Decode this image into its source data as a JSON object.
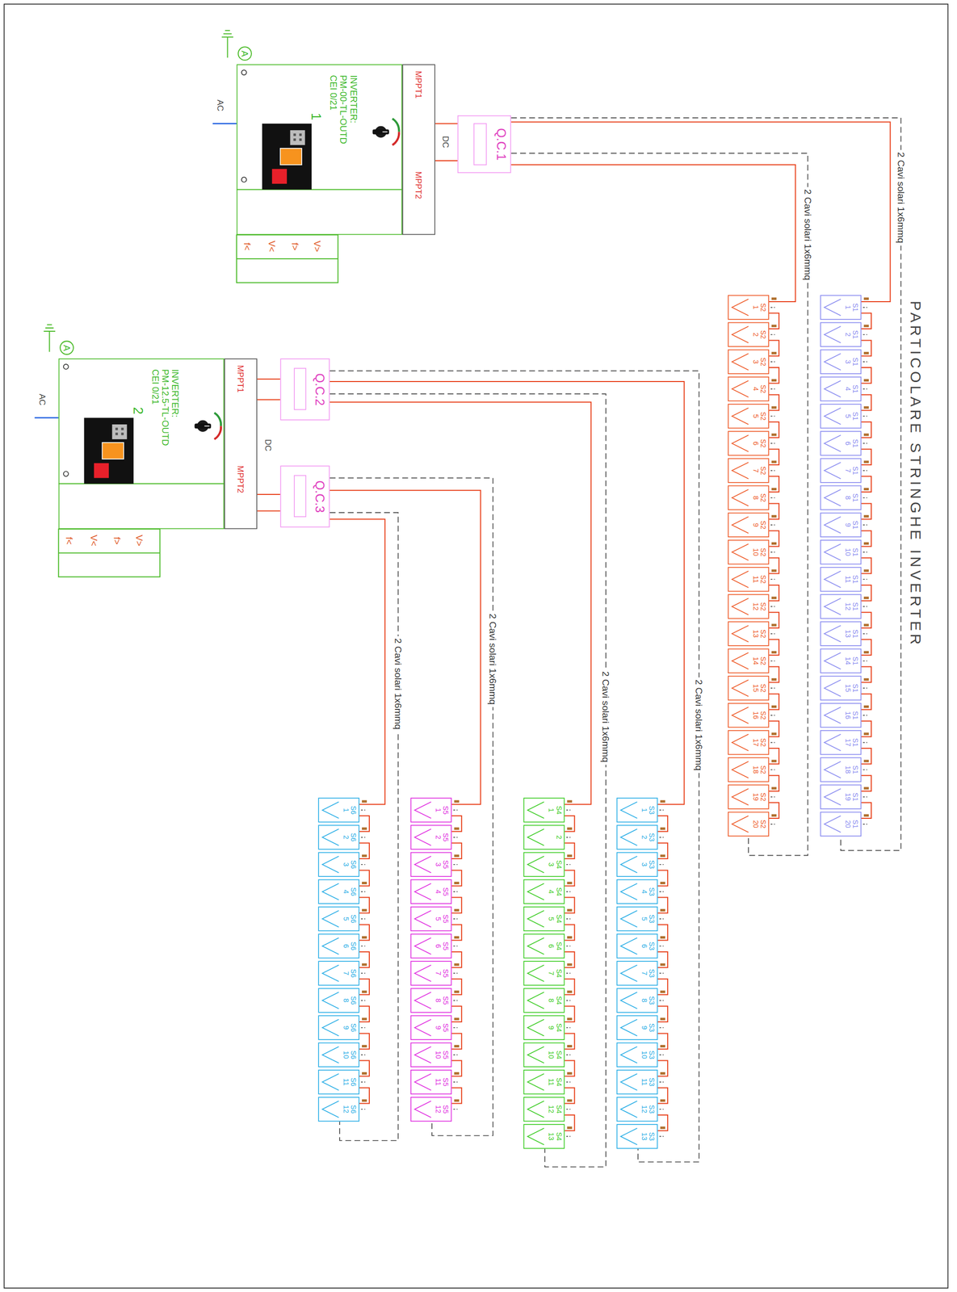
{
  "diagram": {
    "title": "PARTICOLARE STRINGHE INVERTER",
    "nodes": [
      {
        "text": [
          "INVERTER:",
          "PM-00-TL-OUTD",
          "CEI 0/21",
          "1"
        ]
      },
      {
        "text": [
          "MPPT1",
          "MPPT2"
        ]
      },
      {
        "text": [
          "Q.C.1"
        ]
      },
      {
        "text": [
          "INVERTER:",
          "PM-12.5-TL-OUTD",
          "CEI 0/21",
          "2"
        ]
      },
      {
        "text": [
          "MPPT1",
          "MPPT2"
        ]
      },
      {
        "text": [
          "Q.C.2"
        ]
      },
      {
        "text": [
          "Q.C.3"
        ]
      },
      {
        "text": [
          "S1",
          "1"
        ]
      },
      {
        "text": [
          "S1",
          "2"
        ]
      },
      {
        "text": [
          "S1",
          "3"
        ]
      },
      {
        "text": [
          "S1",
          "4"
        ]
      },
      {
        "text": [
          "S1",
          "5"
        ]
      },
      {
        "text": [
          "S1",
          "6"
        ]
      },
      {
        "text": [
          "S1",
          "7"
        ]
      },
      {
        "text": [
          "S1",
          "8"
        ]
      },
      {
        "text": [
          "S1",
          "9"
        ]
      },
      {
        "text": [
          "S1",
          "10"
        ]
      },
      {
        "text": [
          "S1",
          "11"
        ]
      },
      {
        "text": [
          "S1",
          "12"
        ]
      },
      {
        "text": [
          "S1",
          "13"
        ]
      },
      {
        "text": [
          "S1",
          "14"
        ]
      },
      {
        "text": [
          "S1",
          "15"
        ]
      },
      {
        "text": [
          "S1",
          "16"
        ]
      },
      {
        "text": [
          "S1",
          "17"
        ]
      },
      {
        "text": [
          "S1",
          "18"
        ]
      },
      {
        "text": [
          "S1",
          "19"
        ]
      },
      {
        "text": [
          "S1",
          "20"
        ]
      },
      {
        "text": [
          "S2",
          "1"
        ]
      },
      {
        "text": [
          "S2",
          "2"
        ]
      },
      {
        "text": [
          "S2",
          "3"
        ]
      },
      {
        "text": [
          "S2",
          "4"
        ]
      },
      {
        "text": [
          "S2",
          "5"
        ]
      },
      {
        "text": [
          "S2",
          "6"
        ]
      },
      {
        "text": [
          "S2",
          "7"
        ]
      },
      {
        "text": [
          "S2",
          "8"
        ]
      },
      {
        "text": [
          "S2",
          "9"
        ]
      },
      {
        "text": [
          "S2",
          "10"
        ]
      },
      {
        "text": [
          "S2",
          "11"
        ]
      },
      {
        "text": [
          "S2",
          "12"
        ]
      },
      {
        "text": [
          "S2",
          "13"
        ]
      },
      {
        "text": [
          "S2",
          "14"
        ]
      },
      {
        "text": [
          "S2",
          "15"
        ]
      },
      {
        "text": [
          "S2",
          "16"
        ]
      },
      {
        "text": [
          "S2",
          "17"
        ]
      },
      {
        "text": [
          "S2",
          "18"
        ]
      },
      {
        "text": [
          "S2",
          "19"
        ]
      },
      {
        "text": [
          "S2",
          "20"
        ]
      },
      {
        "text": [
          "S3",
          "1"
        ]
      },
      {
        "text": [
          "S3",
          "2"
        ]
      },
      {
        "text": [
          "S3",
          "3"
        ]
      },
      {
        "text": [
          "S3",
          "4"
        ]
      },
      {
        "text": [
          "S3",
          "5"
        ]
      },
      {
        "text": [
          "S3",
          "6"
        ]
      },
      {
        "text": [
          "S3",
          "7"
        ]
      },
      {
        "text": [
          "S3",
          "8"
        ]
      },
      {
        "text": [
          "S3",
          "9"
        ]
      },
      {
        "text": [
          "S3",
          "10"
        ]
      },
      {
        "text": [
          "S3",
          "11"
        ]
      },
      {
        "text": [
          "S3",
          "12"
        ]
      },
      {
        "text": [
          "S3",
          "13"
        ]
      },
      {
        "text": [
          "S4",
          "1"
        ]
      },
      {
        "text": [
          "2"
        ]
      },
      {
        "text": [
          "S4",
          "3"
        ]
      },
      {
        "text": [
          "S4",
          "4"
        ]
      },
      {
        "text": [
          "S4",
          "5"
        ]
      },
      {
        "text": [
          "S4",
          "6"
        ]
      },
      {
        "text": [
          "S4",
          "7"
        ]
      },
      {
        "text": [
          "S4",
          "8"
        ]
      },
      {
        "text": [
          "S4",
          "9"
        ]
      },
      {
        "text": [
          "S4",
          "10"
        ]
      },
      {
        "text": [
          "S4",
          "11"
        ]
      },
      {
        "text": [
          "S4",
          "12"
        ]
      },
      {
        "text": [
          "S4",
          "13"
        ]
      },
      {
        "text": [
          "S5",
          "1"
        ]
      },
      {
        "text": [
          "S5",
          "2"
        ]
      },
      {
        "text": [
          "S5",
          "3"
        ]
      },
      {
        "text": [
          "S5",
          "4"
        ]
      },
      {
        "text": [
          "S5",
          "5"
        ]
      },
      {
        "text": [
          "S5",
          "6"
        ]
      },
      {
        "text": [
          "S5",
          "7"
        ]
      },
      {
        "text": [
          "S5",
          "8"
        ]
      },
      {
        "text": [
          "S5",
          "9"
        ]
      },
      {
        "text": [
          "S5",
          "10"
        ]
      },
      {
        "text": [
          "S5",
          "11"
        ]
      },
      {
        "text": [
          "S5",
          "12"
        ]
      },
      {
        "text": [
          "S6",
          "1"
        ]
      },
      {
        "text": [
          "S6",
          "2"
        ]
      },
      {
        "text": [
          "S6",
          "3"
        ]
      },
      {
        "text": [
          "S6",
          "4"
        ]
      },
      {
        "text": [
          "S6",
          "5"
        ]
      },
      {
        "text": [
          "S6",
          "6"
        ]
      },
      {
        "text": [
          "S6",
          "7"
        ]
      },
      {
        "text": [
          "S6",
          "8"
        ]
      },
      {
        "text": [
          "S6",
          "9"
        ]
      },
      {
        "text": [
          "S6",
          "10"
        ]
      },
      {
        "text": [
          "S6",
          "11"
        ]
      },
      {
        "text": [
          "S6",
          "12"
        ]
      }
    ],
    "edges": [
      {
        "from": 1,
        "to": 2,
        "arrow": "none"
      },
      {
        "from": 2,
        "to": 7,
        "arrow": "none"
      },
      {
        "from": 2,
        "to": 26,
        "label": "2 Cavi solari 1x6mmq",
        "arrow": "none"
      },
      {
        "from": 2,
        "to": 27,
        "arrow": "none"
      },
      {
        "from": 2,
        "to": 46,
        "label": "2 Cavi solari 1x6mmq",
        "arrow": "none"
      },
      {
        "from": 4,
        "to": 5,
        "arrow": "none"
      },
      {
        "from": 4,
        "to": 6,
        "arrow": "none"
      },
      {
        "from": 5,
        "to": 47,
        "arrow": "none"
      },
      {
        "from": 5,
        "to": 59,
        "label": "2 Cavi solari 1x6mmq",
        "arrow": "none"
      },
      {
        "from": 5,
        "to": 60,
        "arrow": "none"
      },
      {
        "from": 5,
        "to": 72,
        "label": "2 Cavi solari 1x6mmq",
        "arrow": "none"
      },
      {
        "from": 6,
        "to": 73,
        "arrow": "none"
      },
      {
        "from": 6,
        "to": 84,
        "label": "2 Cavi solari 1x6mmq",
        "arrow": "none"
      },
      {
        "from": 6,
        "to": 85,
        "arrow": "none"
      },
      {
        "from": 6,
        "to": 96,
        "label": "2 Cavi solari 1x6mmq",
        "arrow": "none"
      },
      {
        "from": 7,
        "to": 8,
        "arrow": "none"
      },
      {
        "from": 8,
        "to": 9,
        "arrow": "none"
      },
      {
        "from": 9,
        "to": 10,
        "arrow": "none"
      },
      {
        "from": 10,
        "to": 11,
        "arrow": "none"
      },
      {
        "from": 11,
        "to": 12,
        "arrow": "none"
      },
      {
        "from": 12,
        "to": 13,
        "arrow": "none"
      },
      {
        "from": 13,
        "to": 14,
        "arrow": "none"
      },
      {
        "from": 14,
        "to": 15,
        "arrow": "none"
      },
      {
        "from": 15,
        "to": 16,
        "arrow": "none"
      },
      {
        "from": 16,
        "to": 17,
        "arrow": "none"
      },
      {
        "from": 17,
        "to": 18,
        "arrow": "none"
      },
      {
        "from": 18,
        "to": 19,
        "arrow": "none"
      },
      {
        "from": 19,
        "to": 20,
        "arrow": "none"
      },
      {
        "from": 20,
        "to": 21,
        "arrow": "none"
      },
      {
        "from": 21,
        "to": 22,
        "arrow": "none"
      },
      {
        "from": 22,
        "to": 23,
        "arrow": "none"
      },
      {
        "from": 23,
        "to": 24,
        "arrow": "none"
      },
      {
        "from": 24,
        "to": 25,
        "arrow": "none"
      },
      {
        "from": 25,
        "to": 26,
        "arrow": "none"
      },
      {
        "from": 27,
        "to": 28,
        "arrow": "none"
      },
      {
        "from": 28,
        "to": 29,
        "arrow": "none"
      },
      {
        "from": 29,
        "to": 30,
        "arrow": "none"
      },
      {
        "from": 30,
        "to": 31,
        "arrow": "none"
      },
      {
        "from": 31,
        "to": 32,
        "arrow": "none"
      },
      {
        "from": 32,
        "to": 33,
        "arrow": "none"
      },
      {
        "from": 33,
        "to": 34,
        "arrow": "none"
      },
      {
        "from": 34,
        "to": 35,
        "arrow": "none"
      },
      {
        "from": 35,
        "to": 36,
        "arrow": "none"
      },
      {
        "from": 36,
        "to": 37,
        "arrow": "none"
      },
      {
        "from": 37,
        "to": 38,
        "arrow": "none"
      },
      {
        "from": 38,
        "to": 39,
        "arrow": "none"
      },
      {
        "from": 39,
        "to": 40,
        "arrow": "none"
      },
      {
        "from": 40,
        "to": 41,
        "arrow": "none"
      },
      {
        "from": 41,
        "to": 42,
        "arrow": "none"
      },
      {
        "from": 42,
        "to": 43,
        "arrow": "none"
      },
      {
        "from": 43,
        "to": 44,
        "arrow": "none"
      },
      {
        "from": 44,
        "to": 45,
        "arrow": "none"
      },
      {
        "from": 45,
        "to": 46,
        "arrow": "none"
      },
      {
        "from": 47,
        "to": 48,
        "arrow": "none"
      },
      {
        "from": 48,
        "to": 49,
        "arrow": "none"
      },
      {
        "from": 49,
        "to": 50,
        "arrow": "none"
      },
      {
        "from": 50,
        "to": 51,
        "arrow": "none"
      },
      {
        "from": 51,
        "to": 52,
        "arrow": "none"
      },
      {
        "from": 52,
        "to": 53,
        "arrow": "none"
      },
      {
        "from": 53,
        "to": 54,
        "arrow": "none"
      },
      {
        "from": 54,
        "to": 55,
        "arrow": "none"
      },
      {
        "from": 55,
        "to": 56,
        "arrow": "none"
      },
      {
        "from": 56,
        "to": 57,
        "arrow": "none"
      },
      {
        "from": 57,
        "to": 58,
        "arrow": "none"
      },
      {
        "from": 58,
        "to": 59,
        "arrow": "none"
      },
      {
        "from": 60,
        "to": 61,
        "arrow": "none"
      },
      {
        "from": 61,
        "to": 62,
        "arrow": "none"
      },
      {
        "from": 62,
        "to": 63,
        "arrow": "none"
      },
      {
        "from": 63,
        "to": 64,
        "arrow": "none"
      },
      {
        "from": 64,
        "to": 65,
        "arrow": "none"
      },
      {
        "from": 65,
        "to": 66,
        "arrow": "none"
      },
      {
        "from": 66,
        "to": 67,
        "arrow": "none"
      },
      {
        "from": 67,
        "to": 68,
        "arrow": "none"
      },
      {
        "from": 68,
        "to": 69,
        "arrow": "none"
      },
      {
        "from": 69,
        "to": 70,
        "arrow": "none"
      },
      {
        "from": 70,
        "to": 71,
        "arrow": "none"
      },
      {
        "from": 71,
        "to": 72,
        "arrow": "none"
      },
      {
        "from": 73,
        "to": 74,
        "arrow": "none"
      },
      {
        "from": 74,
        "to": 75,
        "arrow": "none"
      },
      {
        "from": 75,
        "to": 76,
        "arrow": "none"
      },
      {
        "from": 76,
        "to": 77,
        "arrow": "none"
      },
      {
        "from": 77,
        "to": 78,
        "arrow": "none"
      },
      {
        "from": 78,
        "to": 79,
        "arrow": "none"
      },
      {
        "from": 79,
        "to": 80,
        "arrow": "none"
      },
      {
        "from": 80,
        "to": 81,
        "arrow": "none"
      },
      {
        "from": 81,
        "to": 82,
        "arrow": "none"
      },
      {
        "from": 82,
        "to": 83,
        "arrow": "none"
      },
      {
        "from": 83,
        "to": 84,
        "arrow": "none"
      },
      {
        "from": 85,
        "to": 86,
        "arrow": "none"
      },
      {
        "from": 86,
        "to": 87,
        "arrow": "none"
      },
      {
        "from": 87,
        "to": 88,
        "arrow": "none"
      },
      {
        "from": 88,
        "to": 89,
        "arrow": "none"
      },
      {
        "from": 89,
        "to": 90,
        "arrow": "none"
      },
      {
        "from": 90,
        "to": 91,
        "arrow": "none"
      },
      {
        "from": 91,
        "to": 92,
        "arrow": "none"
      },
      {
        "from": 92,
        "to": 93,
        "arrow": "none"
      },
      {
        "from": 93,
        "to": 94,
        "arrow": "none"
      },
      {
        "from": 94,
        "to": 95,
        "arrow": "none"
      },
      {
        "from": 95,
        "to": 96,
        "arrow": "none"
      }
    ],
    "labels": [
      "DC",
      "A",
      "AC",
      "V>",
      "f>",
      "V<",
      "f<",
      "DC",
      "A",
      "AC",
      "V>",
      "f>",
      "V<",
      "f<"
    ]
  }
}
